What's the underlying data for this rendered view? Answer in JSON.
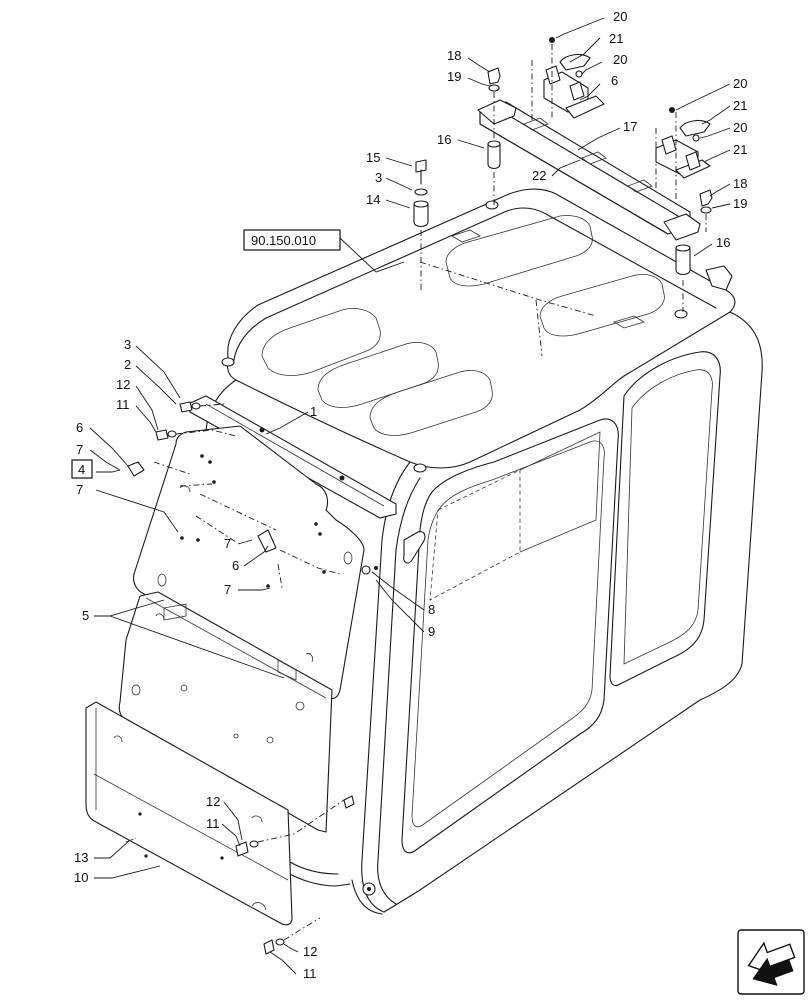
{
  "diagram": {
    "reference_label": "90.150.010",
    "boxed_callout": "4",
    "callouts": {
      "c20a": "20",
      "c21a": "21",
      "c20b": "20",
      "c6a": "6",
      "c18a": "18",
      "c19a": "19",
      "c20c": "20",
      "c21b": "21",
      "c20d": "20",
      "c21c": "21",
      "c17": "17",
      "c22": "22",
      "c16a": "16",
      "c15": "15",
      "c3a": "3",
      "c14": "14",
      "c18b": "18",
      "c19b": "19",
      "c16b": "16",
      "c1": "1",
      "c3b": "3",
      "c2": "2",
      "c12a": "12",
      "c11a": "11",
      "c6b": "6",
      "c7a": "7",
      "c7b": "7",
      "c7c": "7",
      "c6c": "6",
      "c7d": "7",
      "c8": "8",
      "c9": "9",
      "c5": "5",
      "c12b": "12",
      "c11b": "11",
      "c13": "13",
      "c10": "10",
      "c12c": "12",
      "c11c": "11"
    },
    "nav_icon": "next-page-arrow-icon"
  }
}
